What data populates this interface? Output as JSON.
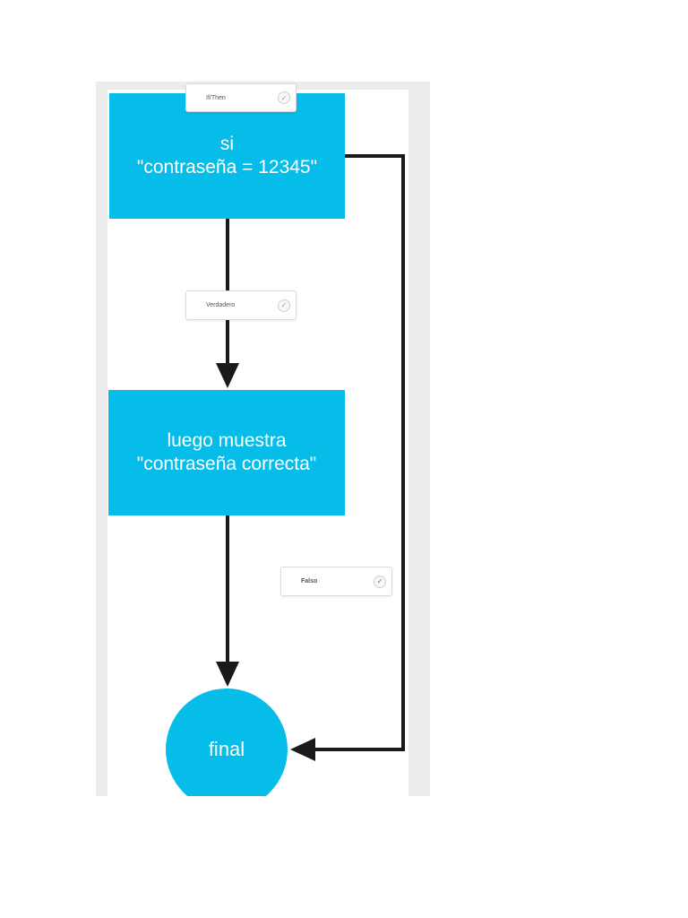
{
  "diagram": {
    "decision": {
      "line1": "si",
      "line2": "\"contraseña = 12345\""
    },
    "process": {
      "line1": "luego muestra",
      "line2": "\"contraseña correcta\""
    },
    "end": {
      "label": "final"
    },
    "edge_labels": {
      "top": "If/Then",
      "true": "Verdadero",
      "false": "Falso"
    }
  },
  "colors": {
    "shape_fill": "#06bde9",
    "shape_text": "#ffffff",
    "connector": "#1a1a1a",
    "frame": "#ececec"
  },
  "icons": {
    "chip_check": "check-icon"
  }
}
